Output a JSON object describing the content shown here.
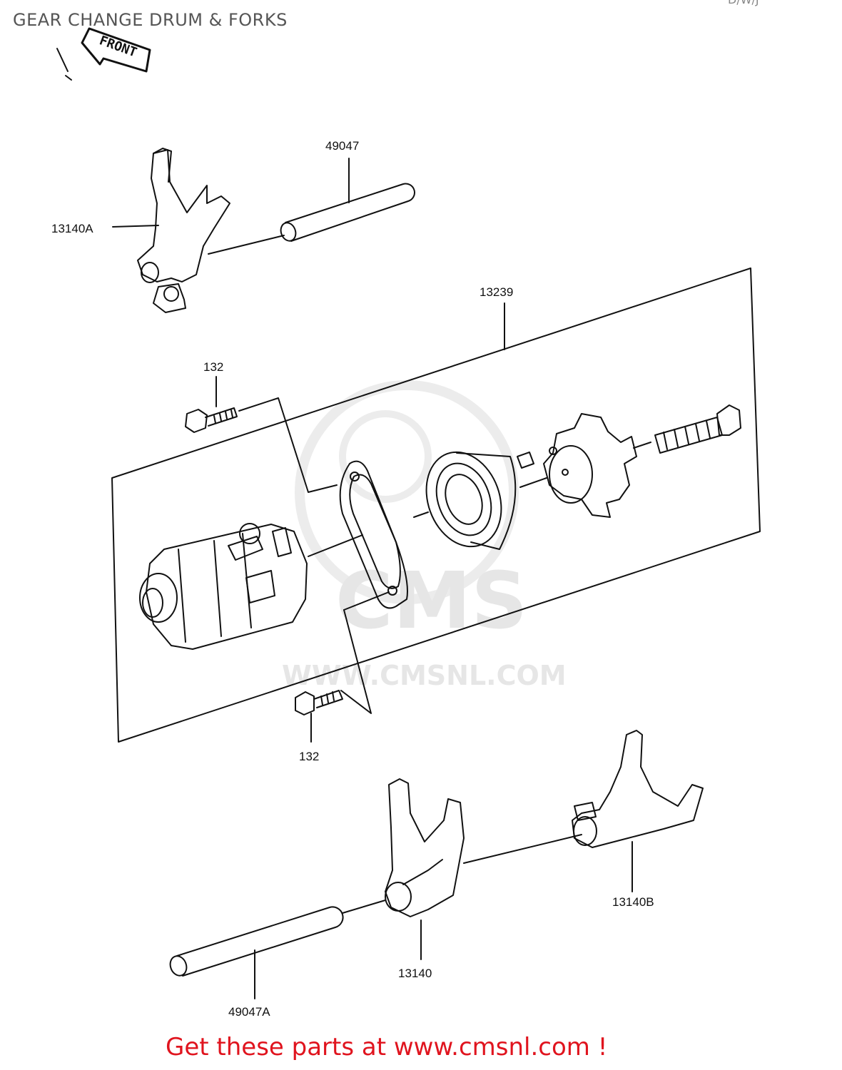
{
  "title": "GEAR CHANGE DRUM & FORKS",
  "corner_code": "D/W/J",
  "front_label": "FRONT",
  "watermark": {
    "brand": "CMS",
    "url": "WWW.CMSNL.COM"
  },
  "parts": {
    "shift_rod_upper": "49047",
    "fork_upper": "13140A",
    "drum_assembly": "13239",
    "bolt_upper": "132",
    "bolt_lower": "132",
    "fork_center": "13140",
    "fork_right": "13140B",
    "shift_rod_lower": "49047A"
  },
  "footer": "Get these parts at www.cmsnl.com !"
}
